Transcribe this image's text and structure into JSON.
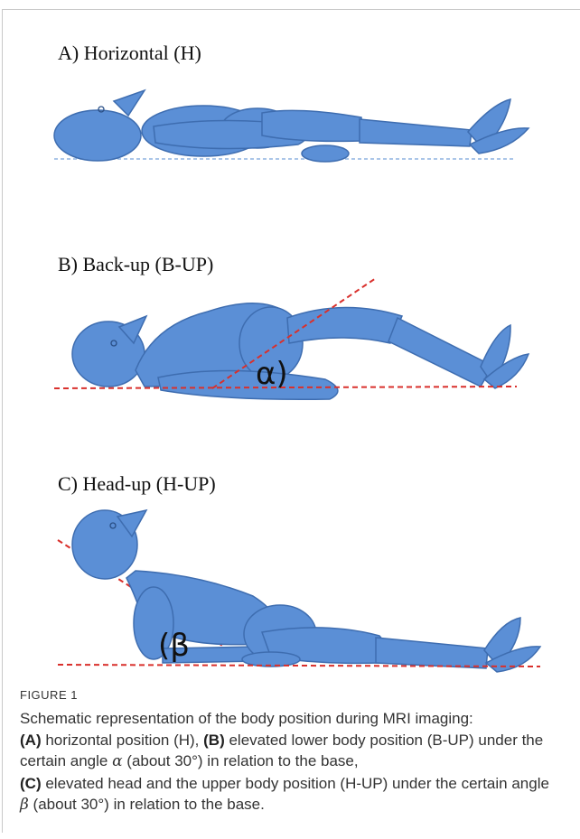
{
  "panels": {
    "a_title": "A) Horizontal (H)",
    "b_title": "B) Back-up (B-UP)",
    "c_title": "C) Head-up (H-UP)",
    "alpha_label": "α)",
    "beta_label": "(β"
  },
  "colors": {
    "body_fill": "#5b8fd6",
    "body_stroke": "#3e6db0",
    "ref_line_red": "#d9302c",
    "base_line_blue": "#8fb4e0"
  },
  "caption": {
    "label": "FIGURE 1",
    "intro": "Schematic representation of the body position during MRI imaging:",
    "a_tag": "(A)",
    "a_text": " horizontal position (H), ",
    "b_tag": "(B)",
    "b_text": " elevated lower body position (B-UP) under the certain angle ",
    "alpha": "α",
    "b_tail": " (about 30°) in relation to the base,",
    "c_tag": "(C)",
    "c_text": " elevated head and the upper body position (H-UP) under the certain angle ",
    "beta": "β",
    "c_tail": " (about 30°) in relation to the base."
  }
}
